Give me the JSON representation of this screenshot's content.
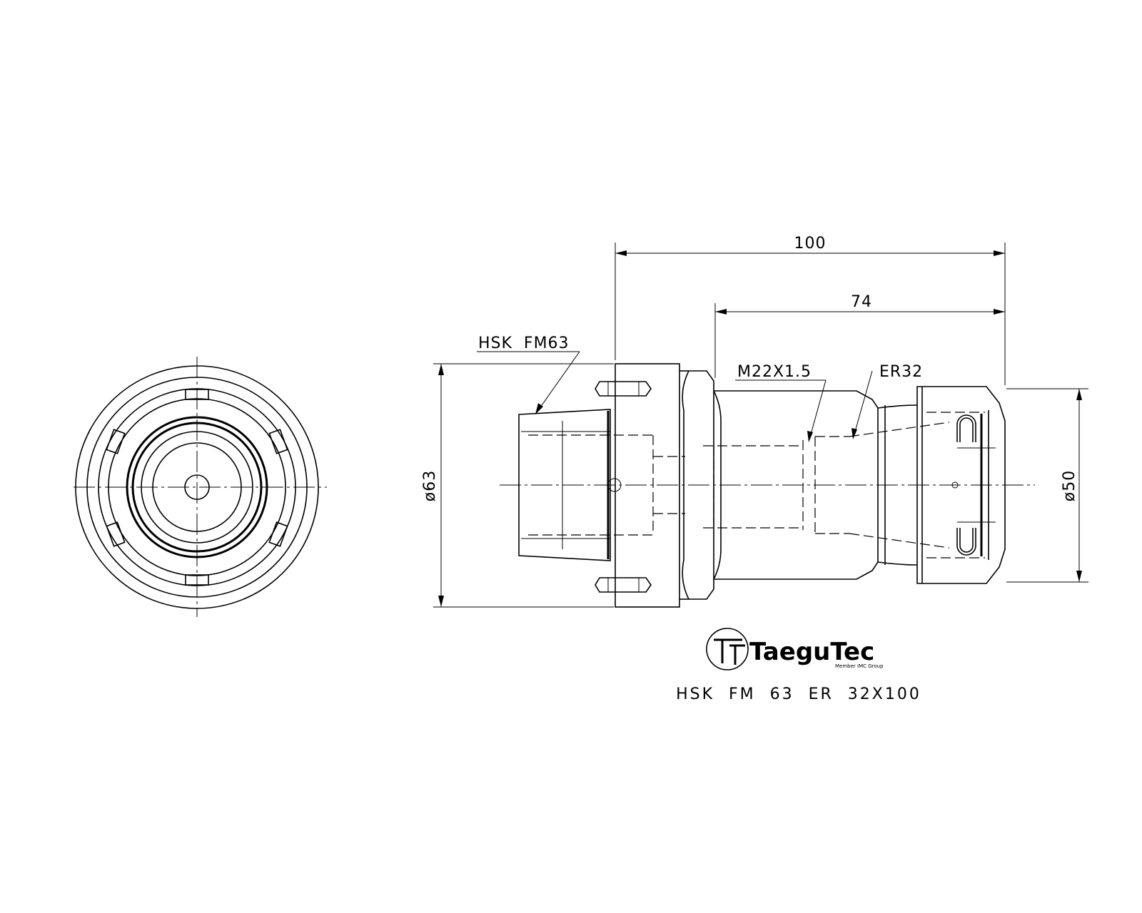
{
  "dimensions": {
    "overall_length": "100",
    "gauge_length": "74",
    "flange_diameter": "ø63",
    "nut_diameter": "ø50"
  },
  "callouts": {
    "taper": "HSK  FM63",
    "thread": "M22X1.5",
    "collet": "ER32"
  },
  "logo": {
    "brand": "TaeguTec",
    "tagline": "Member IMC Group"
  },
  "part_name": "HSK  FM  63  ER  32X100"
}
